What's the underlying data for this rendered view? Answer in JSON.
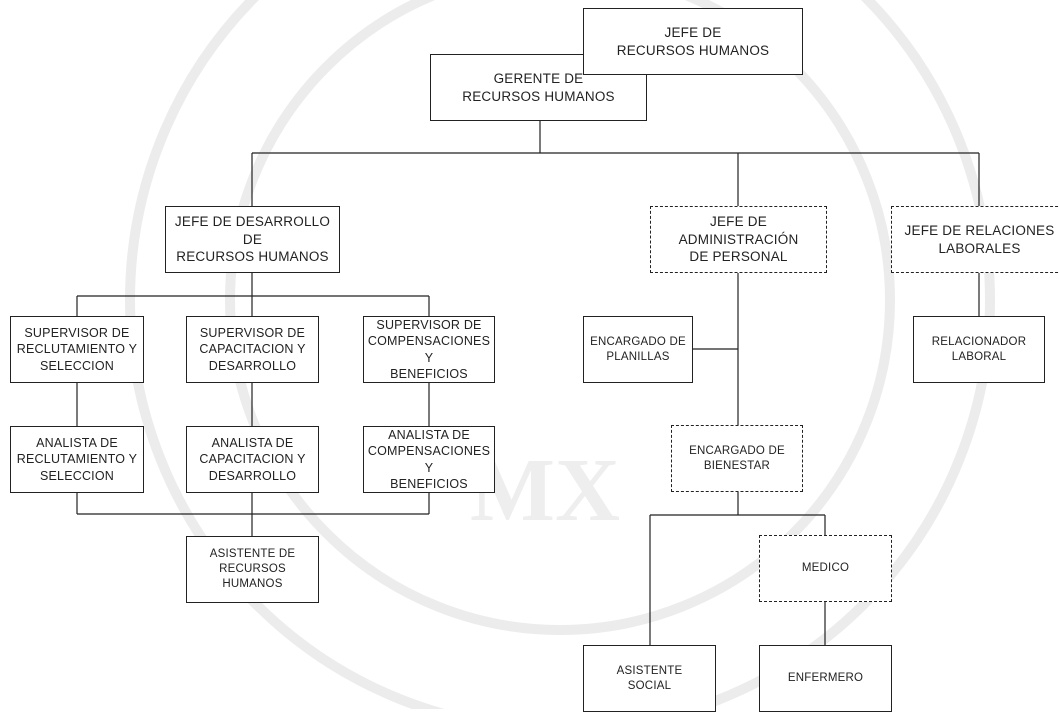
{
  "style": {
    "line_color": "#222222",
    "box_border": "#222222",
    "watermark_color": "#ececec"
  },
  "nodes": {
    "jefe_rrhh": "JEFE DE\nRECURSOS HUMANOS",
    "gerente": "GERENTE DE\nRECURSOS HUMANOS",
    "jefe_desarrollo": "JEFE DE DESARROLLO DE\nRECURSOS HUMANOS",
    "jefe_admin": "JEFE DE ADMINISTRACIÓN\nDE PERSONAL",
    "jefe_relaciones": "JEFE DE RELACIONES\nLABORALES",
    "sup_reclutamiento": "SUPERVISOR DE\nRECLUTAMIENTO Y\nSELECCION",
    "sup_capacitacion": "SUPERVISOR DE\nCAPACITACION Y\nDESARROLLO",
    "sup_compensaciones": "SUPERVISOR DE\nCOMPENSACIONES Y\nBENEFICIOS",
    "an_reclutamiento": "ANALISTA DE\nRECLUTAMIENTO Y\nSELECCION",
    "an_capacitacion": "ANALISTA DE\nCAPACITACION Y\nDESARROLLO",
    "an_compensaciones": "ANALISTA DE\nCOMPENSACIONES Y\nBENEFICIOS",
    "asistente_rrhh": "ASISTENTE DE\nRECURSOS\nHUMANOS",
    "enc_planillas": "ENCARGADO DE\nPLANILLAS",
    "enc_bienestar": "ENCARGADO DE\nBIENESTAR",
    "medico": "MEDICO",
    "asistente_social": "ASISTENTE\nSOCIAL",
    "enfermero": "ENFERMERO",
    "relacionador": "RELACIONADOR\nLABORAL"
  }
}
